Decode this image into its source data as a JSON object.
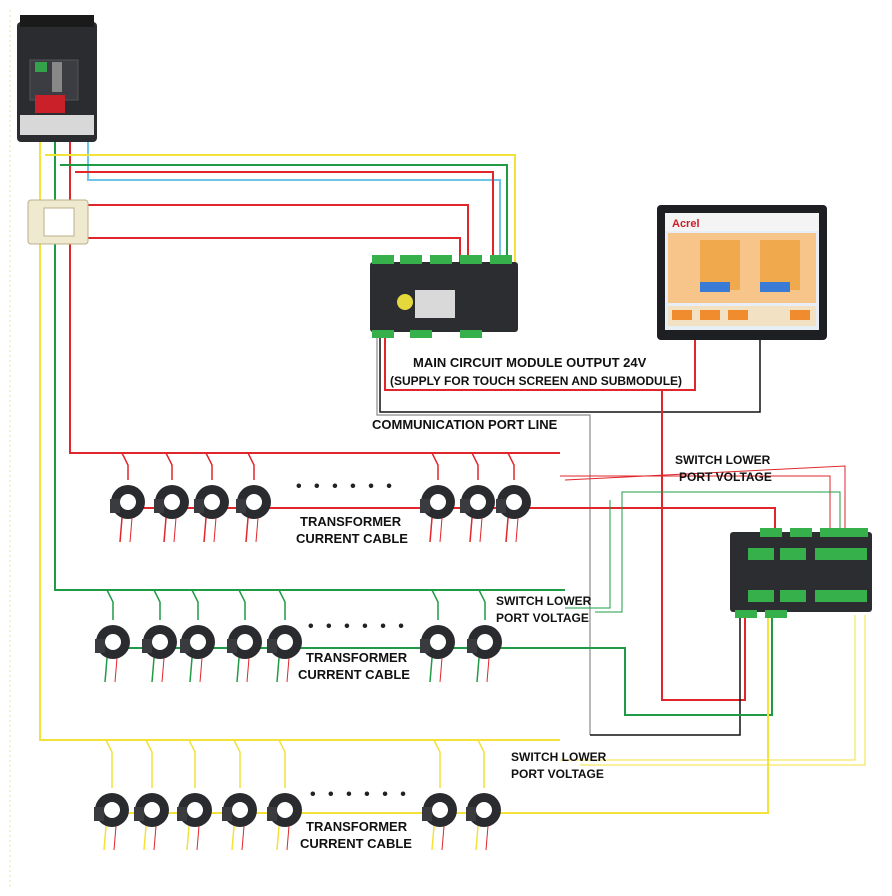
{
  "labels": {
    "main_output_line1": "MAIN CIRCUIT MODULE OUTPUT 24V",
    "main_output_line2": "(SUPPLY FOR TOUCH SCREEN AND SUBMODULE)",
    "communication": "COMMUNICATION PORT LINE",
    "switch_lower_1a": "SWITCH LOWER",
    "switch_lower_1b": "PORT VOLTAGE",
    "switch_lower_2a": "SWITCH LOWER",
    "switch_lower_2b": "PORT VOLTAGE",
    "switch_lower_3a": "SWITCH LOWER",
    "switch_lower_3b": "PORT VOLTAGE",
    "transformer_1a": "TRANSFORMER",
    "transformer_1b": "CURRENT CABLE",
    "transformer_2a": "TRANSFORMER",
    "transformer_2b": "CURRENT CABLE",
    "transformer_3a": "TRANSFORMER",
    "transformer_3b": "CURRENT CABLE",
    "dots": "• • • • • •",
    "brand": "Acrel"
  },
  "colors": {
    "red": "#e0262b",
    "green": "#1f9b45",
    "yellow": "#f2e23a",
    "cyan": "#6ec4e6",
    "black": "#111111",
    "gray": "#8a8a8a"
  }
}
